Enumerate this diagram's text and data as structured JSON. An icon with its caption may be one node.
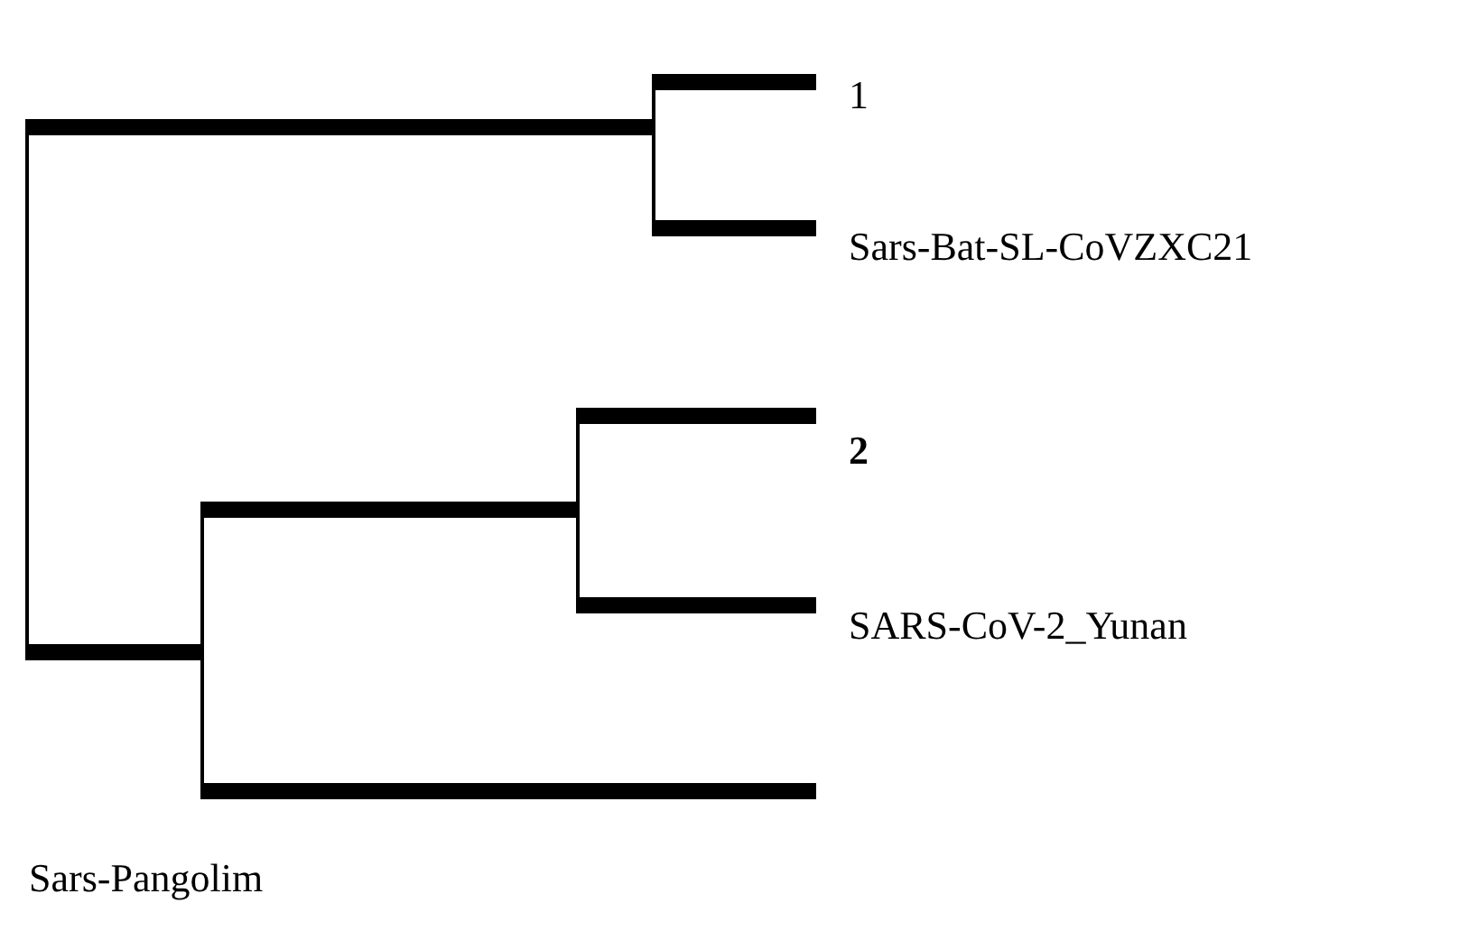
{
  "diagram": {
    "labels": [
      "1",
      "Sars-Bat-SL-CoVZXC21",
      "2",
      "SARS-CoV-2_Yunan",
      "Sars-Pangolim"
    ]
  }
}
